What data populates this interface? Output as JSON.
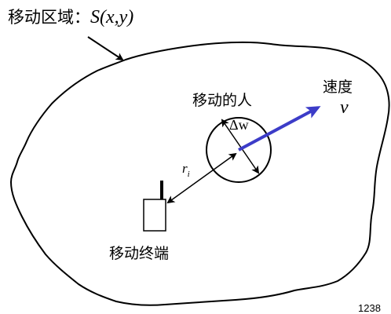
{
  "labels": {
    "region_prefix": "移动区域：",
    "region_func": "S(x,y)",
    "person": "移动的人",
    "speed": "速度",
    "speed_symbol": "v",
    "delta_w": "Δw",
    "r_sub": "r",
    "r_index": "i",
    "terminal": "移动终端",
    "corner_number": "1238"
  },
  "colors": {
    "line": "#000000",
    "velocity_arrow": "#3c3cc8"
  }
}
